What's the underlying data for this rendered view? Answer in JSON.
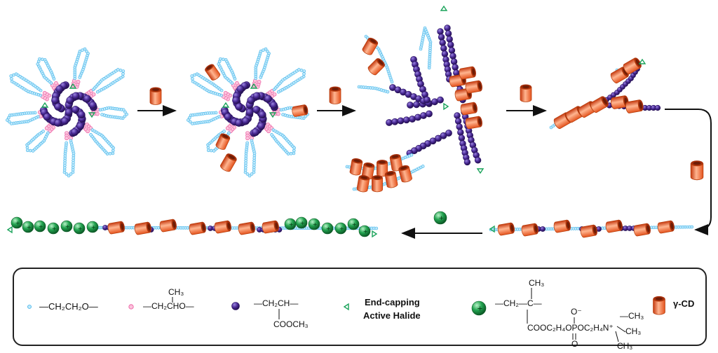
{
  "legend": {
    "peo_formula": "—CH₂CH₂O—",
    "ppo_methyl": "CH₃",
    "ppo_chain": "—CH₂CHO—",
    "pma_chain": "—CH₂CH—",
    "pma_ester": "COOCH₃",
    "endcap_line1": "End-capping",
    "endcap_line2": "Active Halide",
    "mpc_methyl": "CH₃",
    "mpc_chain": "—CH₂—C—",
    "mpc_side": "COOC₂H₄OPOC₂H₄N⁺",
    "mpc_o_minus": "O⁻",
    "mpc_o_double": "O",
    "mpc_nme_top": "—CH₃",
    "mpc_nme_mid": "CH₃",
    "mpc_nme_bot": "CH₃",
    "gcd_label": "γ-CD"
  },
  "colors": {
    "peo": "#3ab0e8",
    "ppo": "#ea4f9a",
    "pma": "#4a2a96",
    "endcap": "#1aa35a",
    "mpc": "#1fa24b",
    "gcd": "#ee5a24",
    "arrow": "#111111"
  }
}
